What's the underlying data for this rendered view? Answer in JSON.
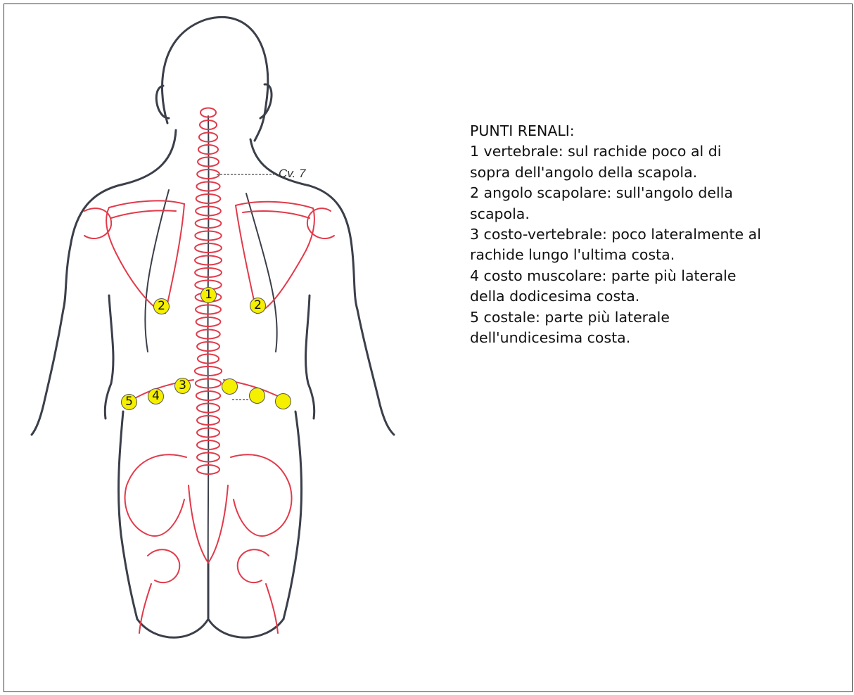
{
  "figure": {
    "vertebra_label": "Cv. 7",
    "colors": {
      "outline": "#3b3f4a",
      "bones": "#e23a4a",
      "marker": "#f5ef00"
    }
  },
  "markers": [
    {
      "id": "m1-vertebral",
      "text": "1"
    },
    {
      "id": "m2-left",
      "text": "2"
    },
    {
      "id": "m2-right",
      "text": "2"
    },
    {
      "id": "m3-left",
      "text": "3"
    },
    {
      "id": "m4-left",
      "text": "4"
    },
    {
      "id": "m5-left",
      "text": "5"
    },
    {
      "id": "m3-right",
      "text": ""
    },
    {
      "id": "m4-right",
      "text": ""
    },
    {
      "id": "m5-right",
      "text": ""
    }
  ],
  "legend": {
    "lines": [
      "PUNTI RENALI:",
      "1 vertebrale: sul rachide poco al di",
      "sopra dell'angolo della scapola.",
      "2 angolo scapolare: sull'angolo della",
      "scapola.",
      "3 costo-vertebrale: poco lateralmente al",
      "rachide lungo l'ultima costa.",
      "4 costo muscolare: parte più laterale",
      "della dodicesima costa.",
      "5 costale: parte più laterale",
      "dell'undicesima costa."
    ]
  }
}
